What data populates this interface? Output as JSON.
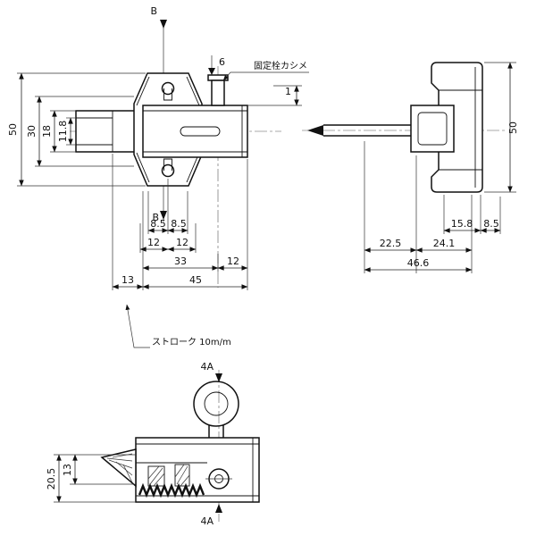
{
  "page": {
    "background": "#ffffff",
    "line_color": "#111111"
  },
  "views": {
    "front": {
      "b_top": "B",
      "b_bottom": "B",
      "knob6": "6",
      "one": "1",
      "fixing_note": "固定栓カシメ",
      "d50": "50",
      "d30": "30",
      "d18": "18",
      "d118": "11.8",
      "r1a": "8.5",
      "r1b": "8.5",
      "r2a": "12",
      "r2b": "12",
      "r3a": "33",
      "r3b": "12",
      "r4a": "13",
      "r4b": "45",
      "stroke_note": "ストローク 10m/m"
    },
    "side": {
      "d50": "50",
      "d158": "15.8",
      "d85": "8.5",
      "d225": "22.5",
      "d241": "24.1",
      "d466": "46.6"
    },
    "bottom": {
      "sec_top": "4A",
      "sec_bottom": "4A",
      "d205": "20.5",
      "d13": "13"
    }
  }
}
